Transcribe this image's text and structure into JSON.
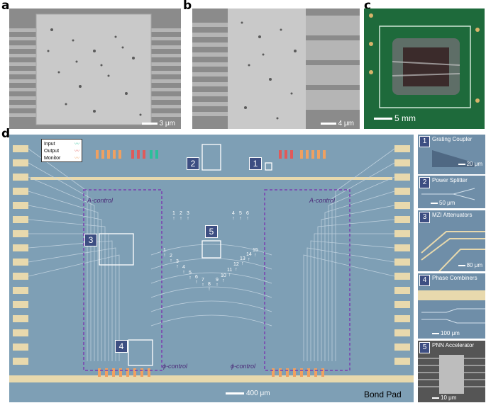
{
  "panels": {
    "a": {
      "letter": "a",
      "scale": "3 μm"
    },
    "b": {
      "letter": "b",
      "scale": "4 μm"
    },
    "c": {
      "letter": "c",
      "scale": "5 mm"
    },
    "d": {
      "letter": "d",
      "scale": "400 μm",
      "bond_pad": "Bond Pad"
    }
  },
  "legend": {
    "input": "Input",
    "output": "Output",
    "monitor": "Monitor"
  },
  "controls": {
    "a_left": "A-control",
    "a_right": "A-control",
    "phi_left": "ϕ-control",
    "phi_right": "ϕ-control"
  },
  "boxes": {
    "b1": "1",
    "b2": "2",
    "b3": "3",
    "b4": "4",
    "b5": "5"
  },
  "arrows_top_left": [
    "1",
    "2",
    "3"
  ],
  "arrows_top_right": [
    "4",
    "5",
    "6"
  ],
  "arrows_bottom": [
    "1",
    "2",
    "3",
    "4",
    "5",
    "6",
    "7",
    "8",
    "9",
    "10",
    "11",
    "12",
    "13",
    "14",
    "15"
  ],
  "insets": [
    {
      "num": "1",
      "title": "Grating Coupler",
      "scale": "20 μm"
    },
    {
      "num": "2",
      "title": "Power Splitter",
      "scale": "50 μm"
    },
    {
      "num": "3",
      "title": "MZI Attenuators",
      "scale": "80 μm"
    },
    {
      "num": "4",
      "title": "Phase Combiners",
      "scale": "100 μm"
    },
    {
      "num": "5",
      "title": "PNN Accelerator",
      "scale": "10 μm"
    }
  ],
  "colors": {
    "input": "#2bbf9a",
    "output": "#e05a5a",
    "monitor": "#f0a060",
    "box": "#3d4e82",
    "control": "#7a3fb0"
  }
}
